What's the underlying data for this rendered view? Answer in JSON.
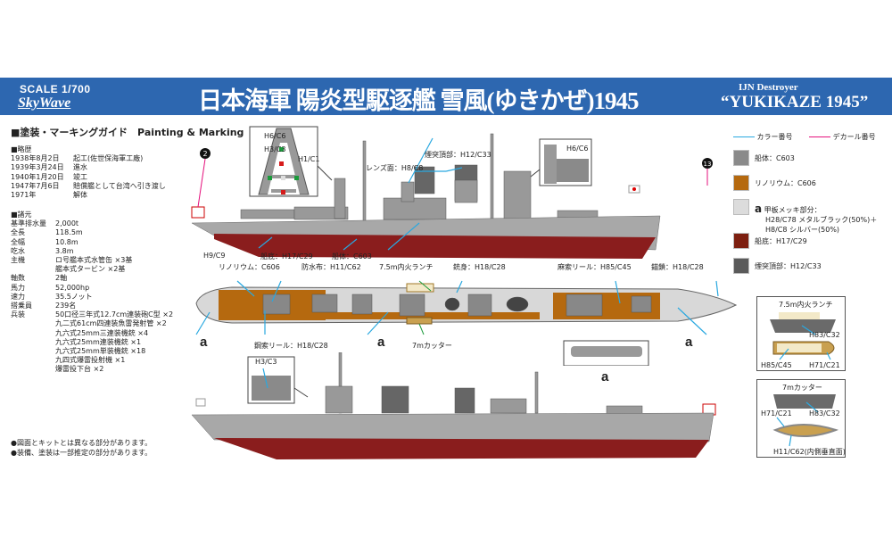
{
  "banner": {
    "scale": "SCALE 1/700",
    "brand": "SkyWave",
    "title_ja": "日本海軍 陽炎型駆逐艦 雪風(ゆきかぜ)1945",
    "subtitle_en": "IJN Destroyer",
    "title_en": "“YUKIKAZE 1945”"
  },
  "guide_title": "■塗装・マーキングガイド　Painting & Marking",
  "history": {
    "heading": "■略歴",
    "items": [
      {
        "date": "1938年8月2日",
        "event": "起工(佐世保海軍工廠)"
      },
      {
        "date": "1939年3月24日",
        "event": "進水"
      },
      {
        "date": "1940年1月20日",
        "event": "竣工"
      },
      {
        "date": "1947年7月6日",
        "event": "賠償艦として台湾へ引き渡し"
      },
      {
        "date": "1971年",
        "event": "解体"
      }
    ]
  },
  "specs": {
    "heading": "■諸元",
    "items": [
      {
        "k": "基準排水量",
        "v": "2,000t"
      },
      {
        "k": "全長",
        "v": "118.5m"
      },
      {
        "k": "全幅",
        "v": "10.8m"
      },
      {
        "k": "吃水",
        "v": "3.8m"
      },
      {
        "k": "主機",
        "v": "ロ号艦本式水管缶 ×3基"
      },
      {
        "k": "",
        "v": "艦本式タービン ×2基"
      },
      {
        "k": "軸数",
        "v": "2軸"
      },
      {
        "k": "馬力",
        "v": "52,000hp"
      },
      {
        "k": "速力",
        "v": "35.5ノット"
      },
      {
        "k": "搭乗員",
        "v": "239名"
      },
      {
        "k": "兵装",
        "v": "50口径三年式12.7cm連装砲C型 ×2"
      },
      {
        "k": "",
        "v": "九二式61cm四連装魚雷発射管 ×2"
      },
      {
        "k": "",
        "v": "九六式25mm三連装機銃 ×4"
      },
      {
        "k": "",
        "v": "九六式25mm連装機銃 ×1"
      },
      {
        "k": "",
        "v": "九六式25mm単装機銃 ×18"
      },
      {
        "k": "",
        "v": "九四式爆雷投射機 ×1"
      },
      {
        "k": "",
        "v": "爆雷投下台 ×2"
      }
    ]
  },
  "notes": [
    "●図面とキットとは異なる部分があります。",
    "●装備、塗装は一部推定の部分があります。"
  ],
  "legend": {
    "color_no": "カラー番号",
    "decal_no": "デカール番号",
    "color_line": "#29a8e0",
    "decal_line": "#e5127d",
    "items": [
      {
        "label": "船体：C603",
        "color": "#8a8a8a"
      },
      {
        "label": "リノリウム：C606",
        "color": "#b5690f"
      },
      {
        "label": "甲板メッキ部分：",
        "sub1": "H28/C78 メタルブラック(50%)＋",
        "sub2": "H8/C8 シルバー(50%)",
        "mark": "a",
        "color": "#dcdcdc"
      },
      {
        "label": "船底：H17/C29",
        "color": "#7d1f10"
      },
      {
        "label": "煙突頂部：H12/C33",
        "color": "#5a5a5a"
      }
    ]
  },
  "profile": {
    "mast_detail": {
      "c1": "H6/C6",
      "c2": "H3/C3",
      "c3": "H1/C1"
    },
    "bridge_detail": "H6/C6",
    "decal_stern": "2",
    "decal_bow": "13",
    "labels": {
      "lens": "レンズ面：H8/C8",
      "funnel": "煙突頂部：H12/C33",
      "prop": "H9/C9",
      "bottom": "船底：H17/C29",
      "hull": "船体：C603"
    }
  },
  "top": {
    "labels": {
      "linoleum": "リノリウム：C606",
      "canvas": "防水布：H11/C62",
      "launch": "7.5m内火ランチ",
      "barrel": "銃身：H18/C28",
      "hemp": "麻索リール：H85/C45",
      "anchor": "錨鎖：H18/C28",
      "wire": "鋼索リール：H18/C28",
      "cutter": "7mカッター"
    },
    "mark": "a"
  },
  "profile2": {
    "detail": "H3/C3"
  },
  "boats": {
    "launch": {
      "title": "7.5m内火ランチ",
      "hull": "H83/C32",
      "inner": "H85/C45",
      "rim": "H71/C21"
    },
    "cutter": {
      "title": "7mカッター",
      "hull": "H83/C32",
      "inner": "H71/C21",
      "side": "H11/C62(内側垂直面)"
    }
  }
}
